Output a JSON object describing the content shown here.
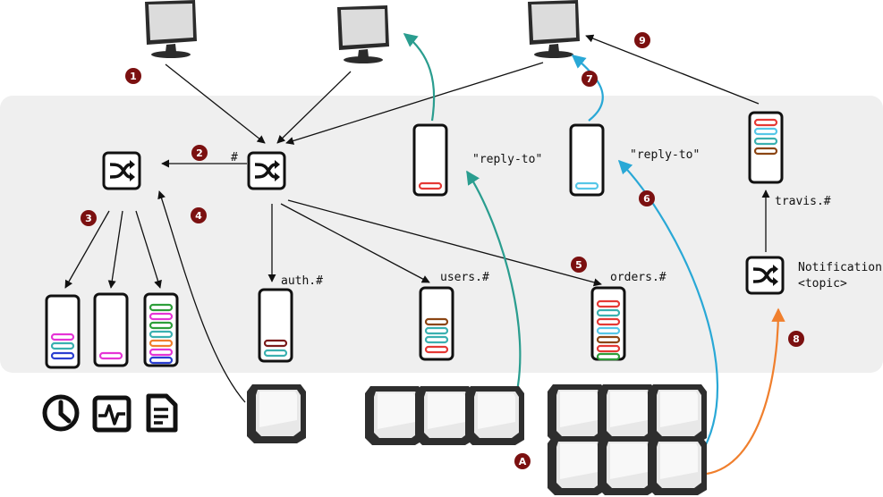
{
  "labels": {
    "hash": "#",
    "reply_to_1": "\"reply-to\"",
    "reply_to_2": "\"reply-to\"",
    "auth": "auth.#",
    "users": "users.#",
    "orders": "orders.#",
    "travis": "travis.#",
    "notification": "Notification",
    "topic": "<topic>"
  },
  "steps": [
    "1",
    "2",
    "3",
    "4",
    "5",
    "6",
    "7",
    "8",
    "9",
    "A"
  ],
  "colors": {
    "panel": "#efefef",
    "step_badge": "#7b1010",
    "teal": "#2a9d8f",
    "cyan": "#29a8d6",
    "orange": "#f07f2d",
    "red": "#e53935",
    "magenta": "#e535d6",
    "blue": "#2b3fd1",
    "green": "#2e9e3a",
    "brown": "#8b4513",
    "teal_item": "#3ab0b0",
    "lightblue": "#56c7e8",
    "dark_red": "#7a1a1a"
  }
}
